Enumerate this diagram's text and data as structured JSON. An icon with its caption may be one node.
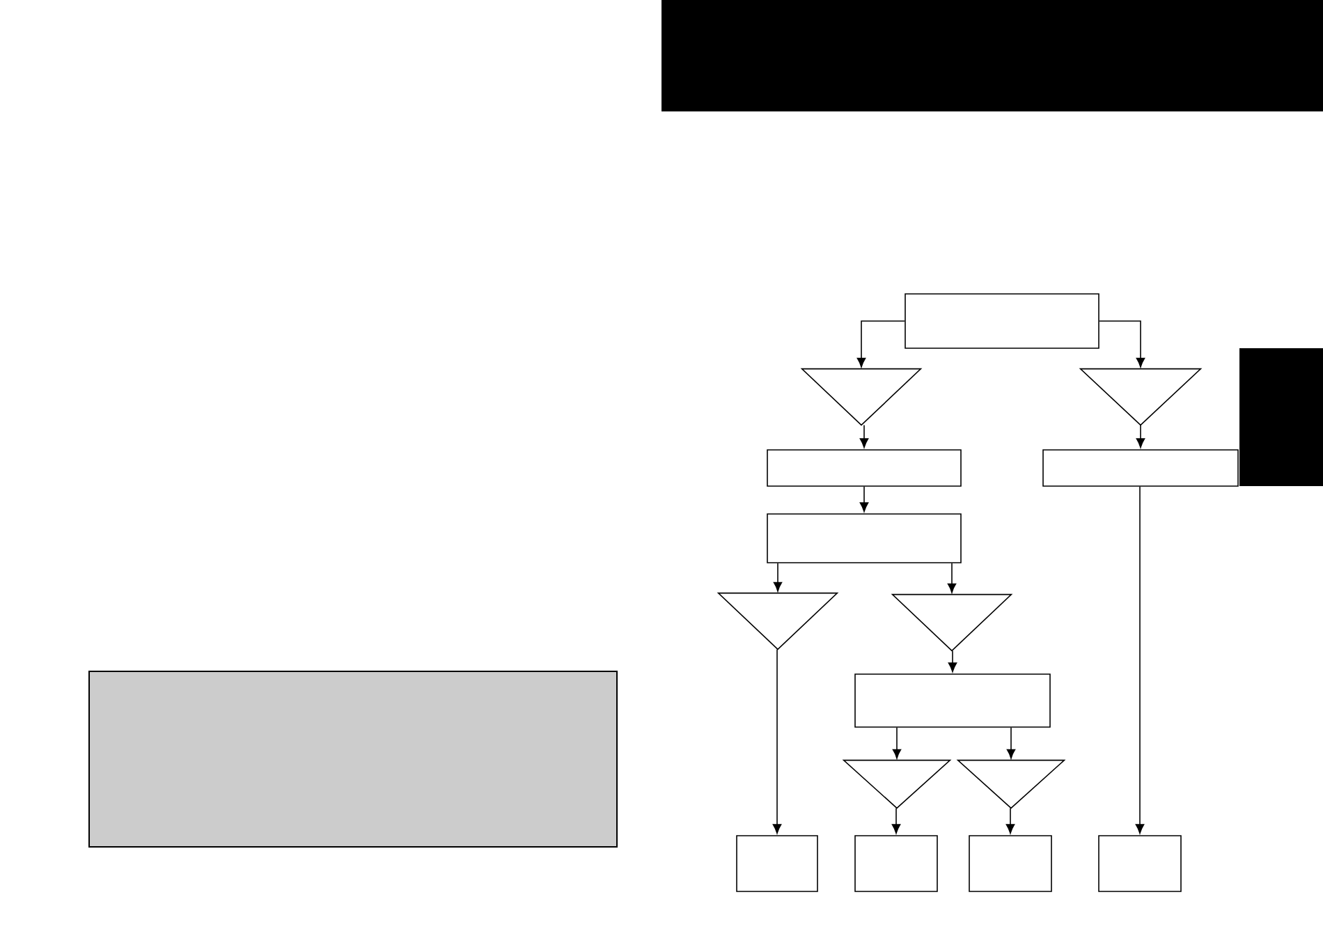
{
  "diagram": {
    "nodes": [
      {
        "text": [],
        "shape": "box"
      },
      {
        "text": [],
        "shape": "triangle"
      },
      {
        "text": [],
        "shape": "triangle"
      },
      {
        "text": [],
        "shape": "box"
      },
      {
        "text": [],
        "shape": "box"
      },
      {
        "text": [],
        "shape": "box"
      },
      {
        "text": [],
        "shape": "triangle"
      },
      {
        "text": [],
        "shape": "triangle"
      },
      {
        "text": [],
        "shape": "box"
      },
      {
        "text": [],
        "shape": "triangle"
      },
      {
        "text": [],
        "shape": "triangle"
      },
      {
        "text": [],
        "shape": "box"
      },
      {
        "text": [],
        "shape": "box"
      },
      {
        "text": [],
        "shape": "box"
      },
      {
        "text": [],
        "shape": "box"
      },
      {
        "text": [],
        "shape": "bar"
      },
      {
        "text": [],
        "shape": "bar"
      },
      {
        "text": [],
        "shape": "bar"
      }
    ],
    "edges": [
      {
        "from": 0,
        "to": 1,
        "arrow": "to"
      },
      {
        "from": 0,
        "to": 2,
        "arrow": "to"
      },
      {
        "from": 1,
        "to": 3,
        "arrow": "to"
      },
      {
        "from": 2,
        "to": 4,
        "arrow": "to"
      },
      {
        "from": 3,
        "to": 5,
        "arrow": "to"
      },
      {
        "from": 5,
        "to": 6,
        "arrow": "to"
      },
      {
        "from": 5,
        "to": 7,
        "arrow": "to"
      },
      {
        "from": 6,
        "to": 11,
        "arrow": "to"
      },
      {
        "from": 7,
        "to": 8,
        "arrow": "to"
      },
      {
        "from": 8,
        "to": 9,
        "arrow": "to"
      },
      {
        "from": 8,
        "to": 10,
        "arrow": "to"
      },
      {
        "from": 9,
        "to": 12,
        "arrow": "to"
      },
      {
        "from": 10,
        "to": 13,
        "arrow": "to"
      },
      {
        "from": 4,
        "to": 14,
        "arrow": "to"
      }
    ]
  }
}
